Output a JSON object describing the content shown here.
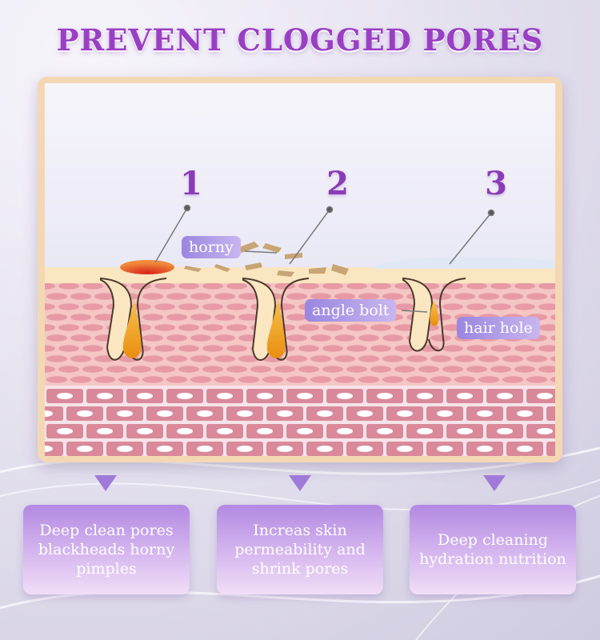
{
  "title": "PREVENT CLOGGED PORES",
  "steps": [
    {
      "number": "1",
      "caption": "Deep clean pores blackheads horny pimples"
    },
    {
      "number": "2",
      "caption": "Increas skin permeability and shrink pores"
    },
    {
      "number": "3",
      "caption": "Deep cleaning hydration nutrition"
    }
  ],
  "labels": {
    "horny": "horny",
    "angle_bolt": "angle bolt",
    "hair_hole": "hair hole"
  },
  "colors": {
    "title": "#9a3fc4",
    "label_bg": "#9a86e0",
    "skin": "#f2b8b8",
    "cell": "#e89aa4",
    "epidermis": "#fbe6c2",
    "sebum": "#f0a020"
  }
}
